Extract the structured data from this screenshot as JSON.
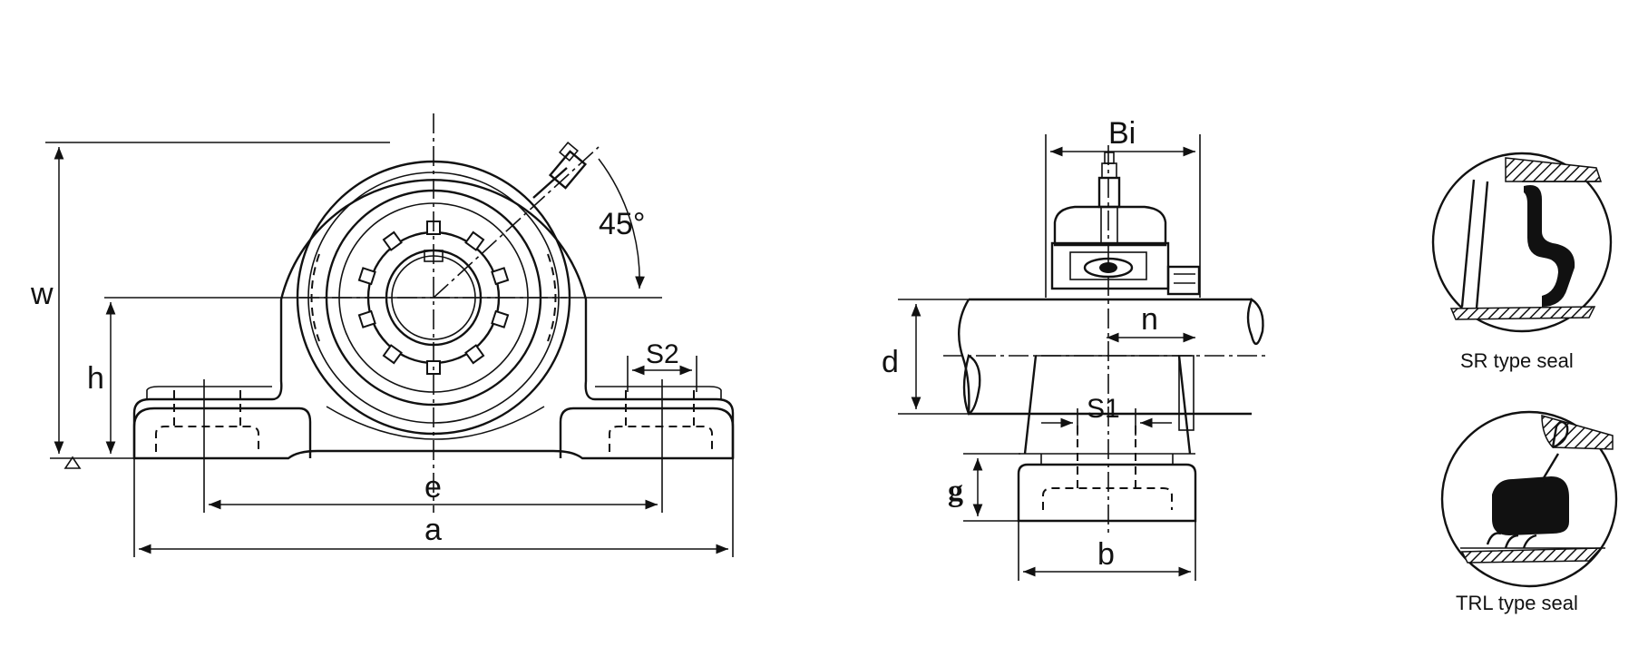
{
  "front_view": {
    "w_label": "w",
    "h_label": "h",
    "e_label": "e",
    "a_label": "a",
    "s2_label": "S2",
    "angle_label": "45°"
  },
  "side_view": {
    "bi_label": "Bi",
    "d_label": "d",
    "n_label": "n",
    "s1_label": "S1",
    "g_label": "g",
    "b_label": "b"
  },
  "seals": {
    "sr_caption": "SR type seal",
    "trl_caption": "TRL type seal"
  }
}
